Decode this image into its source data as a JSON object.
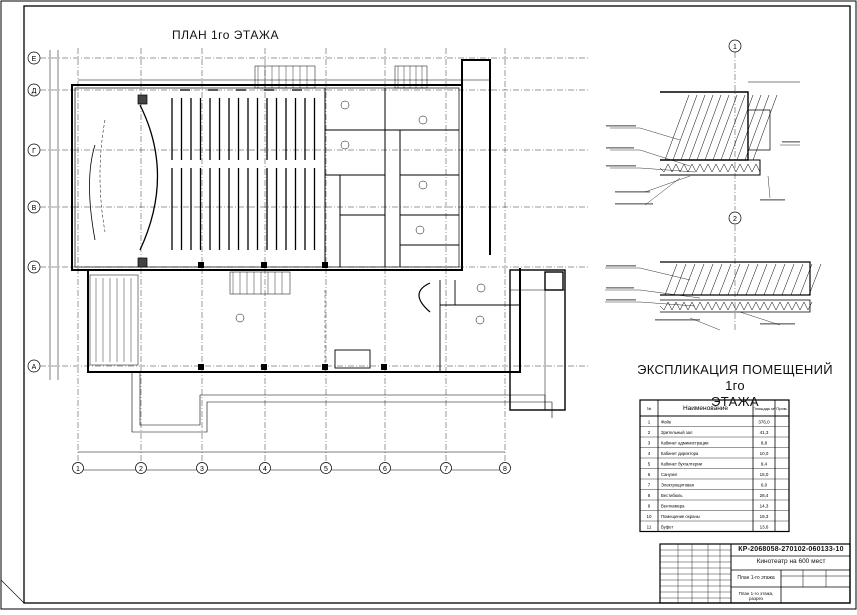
{
  "drawing": {
    "plan_title": "ПЛАН 1го ЭТАЖА",
    "explication_title_line1": "ЭКСПЛИКАЦИЯ ПОМЕЩЕНИЙ 1го",
    "explication_title_line2": "ЭТАЖА",
    "grid_rows": [
      "Е",
      "Д",
      "Г",
      "В",
      "Б",
      "А"
    ],
    "grid_cols": [
      "1",
      "2",
      "3",
      "4",
      "5",
      "6",
      "7",
      "8"
    ],
    "detail_markers": [
      "1",
      "2"
    ]
  },
  "stamp": {
    "code": "КР-2068058-270102-060133-10",
    "project": "Кинотеатр на 600 мест",
    "sheet": "План 1-го этажа",
    "sheet_bottom": "План 1-го этажа, разрез"
  },
  "explication": {
    "headers": [
      "№",
      "Наименование",
      "Площадь м²",
      "Прим."
    ],
    "rows": [
      [
        "1",
        "Фойе",
        "376,0",
        ""
      ],
      [
        "2",
        "Зрительный зал",
        "41,3",
        ""
      ],
      [
        "3",
        "Кабинет администрации",
        "8,8",
        ""
      ],
      [
        "4",
        "Кабинет директора",
        "10,0",
        ""
      ],
      [
        "5",
        "Кабинет бухгалтерии",
        "9,4",
        ""
      ],
      [
        "6",
        "Санузел",
        "15,0",
        ""
      ],
      [
        "7",
        "Электрощитовая",
        "6,0",
        ""
      ],
      [
        "8",
        "Вестибюль",
        "28,4",
        ""
      ],
      [
        "9",
        "Венткамера",
        "14,3",
        ""
      ],
      [
        "10",
        "Помещение охраны",
        "19,3",
        ""
      ],
      [
        "11",
        "Буфет",
        "13,6",
        ""
      ]
    ]
  }
}
